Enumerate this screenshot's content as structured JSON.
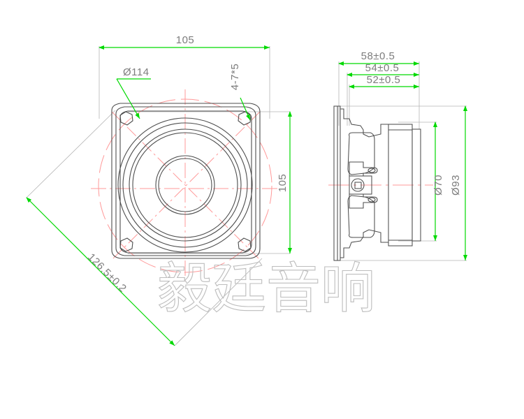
{
  "drawing": {
    "title": "Loudspeaker Technical Drawing",
    "background_color": "#ffffff",
    "line_color": "#4d4d4d",
    "dimension_color": "#00d900",
    "centerline_color": "#ff9999",
    "text_color": "#7d7d7d",
    "watermark_color": "#bdbdbd"
  },
  "watermark": {
    "text": "毅廷音响"
  },
  "front_view": {
    "name": "front-view",
    "dimensions": {
      "width_top": "105",
      "height_right": "105",
      "bolt_circle": "Ø114",
      "mounting_holes": "4-7*5",
      "diagonal": "126.5±0.2"
    }
  },
  "side_view": {
    "name": "side-view",
    "dimensions": {
      "depth_overall": "58±0.5",
      "depth_mid": "54±0.5",
      "depth_inner": "52±0.5",
      "magnet_diameter": "Ø70",
      "frame_diameter": "Ø93"
    }
  }
}
